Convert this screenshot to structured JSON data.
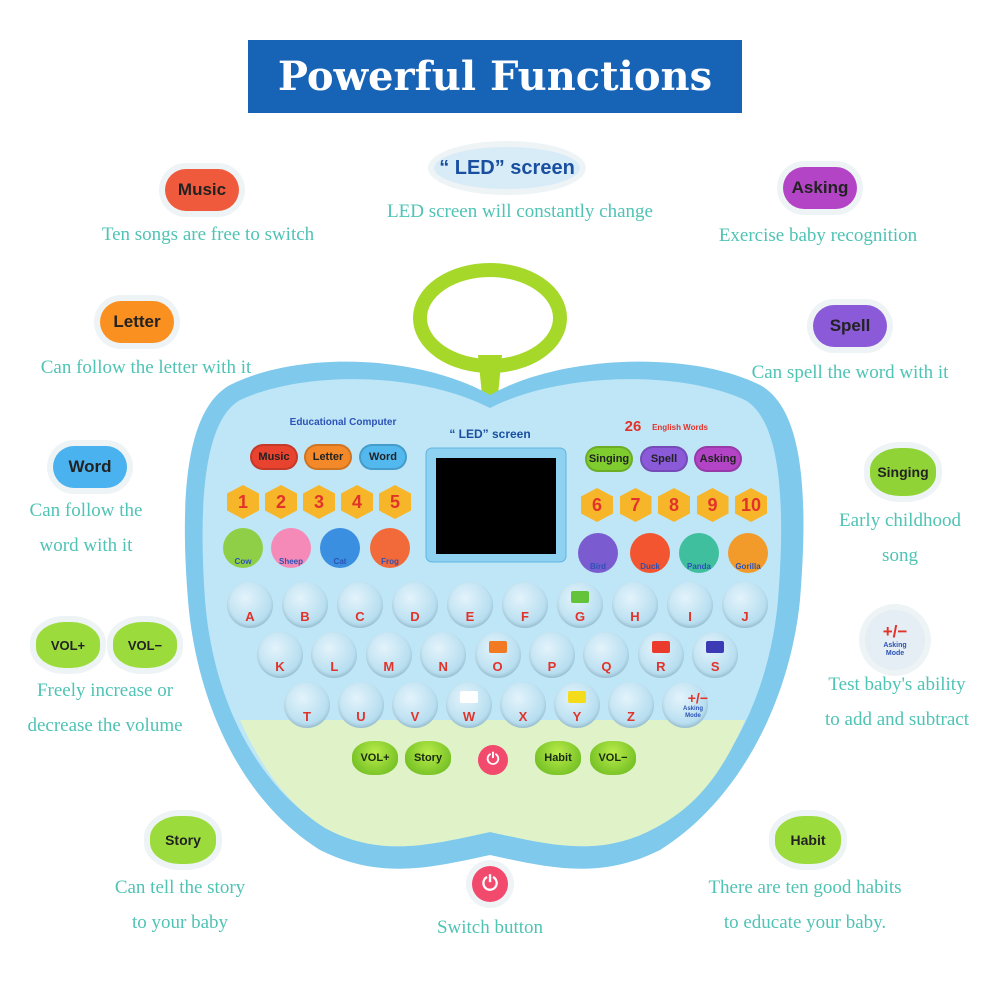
{
  "title": "Powerful Functions",
  "callouts": [
    {
      "id": "led",
      "badge": "“ LED” screen",
      "lines": [
        "LED screen will constantly change"
      ],
      "color": "#d8ecf7",
      "text_color": "#1a4fa0"
    },
    {
      "id": "music",
      "badge": "Music",
      "lines": [
        "Ten songs are free to switch"
      ],
      "color": "#f05a3c"
    },
    {
      "id": "asking",
      "badge": "Asking",
      "lines": [
        "Exercise baby recognition"
      ],
      "color": "#b344c6"
    },
    {
      "id": "letter",
      "badge": "Letter",
      "lines": [
        "Can follow the letter with it"
      ],
      "color": "#f99020"
    },
    {
      "id": "spell",
      "badge": "Spell",
      "lines": [
        "Can spell the word with it"
      ],
      "color": "#8a5ad8"
    },
    {
      "id": "word",
      "badge": "Word",
      "lines": [
        "Can follow the",
        "word with it"
      ],
      "color": "#4ab2ef"
    },
    {
      "id": "singing",
      "badge": "Singing",
      "lines": [
        "Early childhood",
        "song"
      ],
      "color": "#8fd336"
    },
    {
      "id": "volume",
      "badges": [
        "VOL+",
        "VOL−"
      ],
      "lines": [
        "Freely increase or",
        "decrease the volume"
      ],
      "color": "#9bdc3c"
    },
    {
      "id": "math",
      "badge": "+/−",
      "badge_sub": "Asking Mode",
      "lines": [
        "Test baby's ability",
        "to add and subtract"
      ],
      "color": "#e4eef4"
    },
    {
      "id": "story",
      "badge": "Story",
      "lines": [
        "Can tell the story",
        "to your baby"
      ],
      "color": "#9bdc3c"
    },
    {
      "id": "power",
      "badge": "power-icon",
      "lines": [
        "Switch button"
      ],
      "color": "#f24a6d"
    },
    {
      "id": "habit",
      "badge": "Habit",
      "lines": [
        "There are ten good habits",
        "to educate your baby."
      ],
      "color": "#9bdc3c"
    }
  ],
  "tablet": {
    "brand": "Educational Computer",
    "screen_label": "“ LED” screen",
    "words_count": "26",
    "words_label": "English Words",
    "mode_buttons_left": [
      {
        "label": "Music",
        "color": "#e8432f"
      },
      {
        "label": "Letter",
        "color": "#f4892a"
      },
      {
        "label": "Word",
        "color": "#52b8ee"
      }
    ],
    "mode_buttons_right": [
      {
        "label": "Singing",
        "color": "#7fcc2e"
      },
      {
        "label": "Spell",
        "color": "#8a5ad8"
      },
      {
        "label": "Asking",
        "color": "#b344c6"
      }
    ],
    "numbers": [
      "1",
      "2",
      "3",
      "4",
      "5",
      "6",
      "7",
      "8",
      "9",
      "10"
    ],
    "animals_left": [
      {
        "label": "Cow",
        "color": "#8fcf48"
      },
      {
        "label": "Sheep",
        "color": "#f58ab8"
      },
      {
        "label": "Cat",
        "color": "#3b8fe0"
      },
      {
        "label": "Frog",
        "color": "#f2693a"
      }
    ],
    "animals_right": [
      {
        "label": "Bird",
        "color": "#7b5bd0"
      },
      {
        "label": "Duck",
        "color": "#f2552f"
      },
      {
        "label": "Panda",
        "color": "#3fbf9e"
      },
      {
        "label": "Gorilla",
        "color": "#f29a2a"
      }
    ],
    "keys": [
      [
        "A",
        "B",
        "C",
        "D",
        "E",
        "F",
        "G",
        "H",
        "I",
        "J"
      ],
      [
        "K",
        "L",
        "M",
        "N",
        "O",
        "P",
        "Q",
        "R",
        "S"
      ],
      [
        "T",
        "U",
        "V",
        "W",
        "X",
        "Y",
        "Z"
      ]
    ],
    "color_keys": {
      "G": "#63c43a",
      "O": "#f27a22",
      "R": "#ea3b2c",
      "S": "#3c3ab5",
      "W": "#ffffff",
      "Y": "#f5dc1a"
    },
    "math_key": "+/−",
    "math_key_sub": "Asking Mode",
    "bottom_buttons": [
      "VOL+",
      "Story",
      "Habit",
      "VOL−"
    ]
  }
}
